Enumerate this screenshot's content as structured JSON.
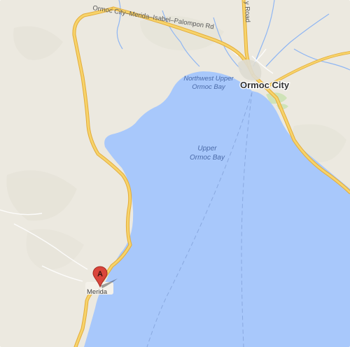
{
  "map": {
    "road_labels": {
      "main": "Ormoc City–Merida–Isabel–Palompon Rd",
      "north": "y Road"
    },
    "place_labels": {
      "city": "Ormoc City",
      "town": "Merida"
    },
    "water_labels": {
      "northwest_line1": "Northwest Upper",
      "northwest_line2": "Ormoc Bay",
      "upper_line1": "Upper",
      "upper_line2": "Ormoc Bay"
    },
    "marker": {
      "letter": "A",
      "color": "#d9453b"
    },
    "colors": {
      "land": "#ece9e0",
      "water": "#a8c8fb",
      "road": "#f7d36a",
      "road_outline": "#e3ac3a",
      "river": "#8fb6f3"
    }
  }
}
